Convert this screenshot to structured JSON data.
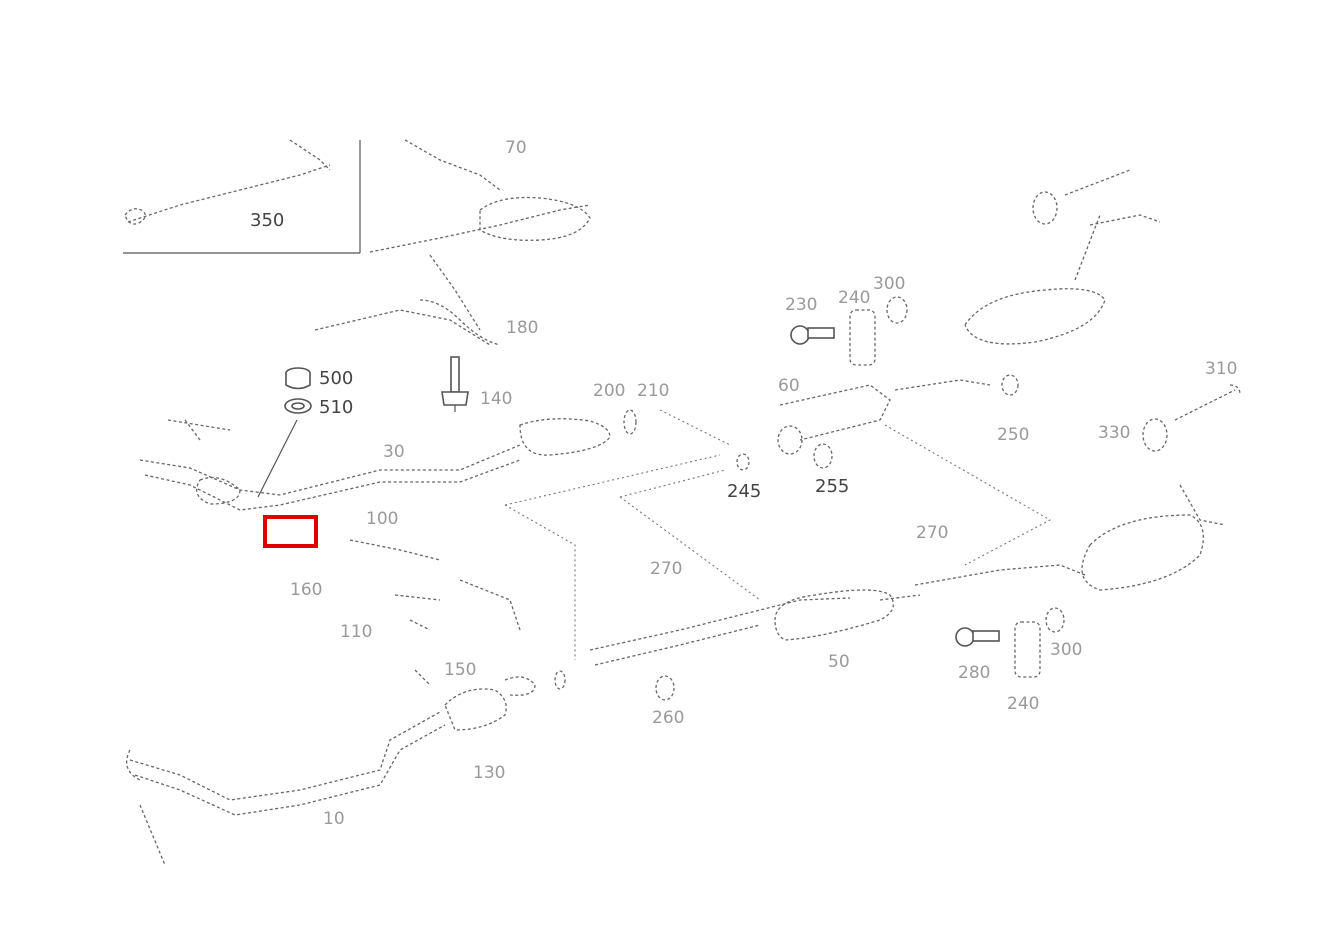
{
  "diagram": {
    "highlight_color": "#e00000",
    "inset_label": "350",
    "callouts": [
      {
        "id": "c350",
        "text": "350"
      },
      {
        "id": "c500",
        "text": "500"
      },
      {
        "id": "c510",
        "text": "510"
      },
      {
        "id": "c245",
        "text": "245"
      },
      {
        "id": "c255",
        "text": "255"
      },
      {
        "id": "c30a",
        "text": "30"
      },
      {
        "id": "c60a",
        "text": "60"
      },
      {
        "id": "c180",
        "text": "180"
      },
      {
        "id": "c140",
        "text": "140"
      },
      {
        "id": "c270a",
        "text": "270"
      },
      {
        "id": "c270b",
        "text": "270"
      },
      {
        "id": "c100",
        "text": "100"
      },
      {
        "id": "c160",
        "text": "160"
      },
      {
        "id": "c110",
        "text": "110"
      },
      {
        "id": "c50",
        "text": "50"
      },
      {
        "id": "c280",
        "text": "280"
      },
      {
        "id": "c240a",
        "text": "240"
      },
      {
        "id": "c240b",
        "text": "240"
      },
      {
        "id": "c300a",
        "text": "300"
      },
      {
        "id": "c300b",
        "text": "300"
      },
      {
        "id": "c310",
        "text": "310"
      },
      {
        "id": "c330",
        "text": "330"
      },
      {
        "id": "c250",
        "text": "250"
      },
      {
        "id": "c200",
        "text": "200"
      },
      {
        "id": "c230",
        "text": "230"
      },
      {
        "id": "c210",
        "text": "210"
      },
      {
        "id": "c150",
        "text": "150"
      },
      {
        "id": "c70",
        "text": "70"
      },
      {
        "id": "c10",
        "text": "10"
      },
      {
        "id": "c130",
        "text": "130"
      },
      {
        "id": "c260",
        "text": "260"
      }
    ]
  }
}
